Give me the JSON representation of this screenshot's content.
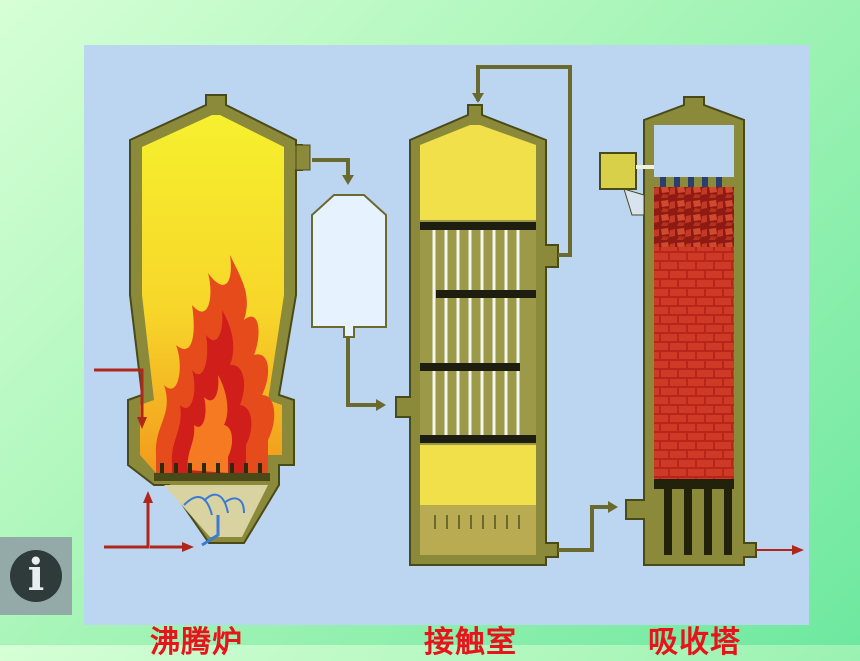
{
  "labels": {
    "furnace": "沸腾炉",
    "converter": "接触室",
    "absorber": "吸收塔"
  },
  "info_button": {
    "glyph": "i",
    "icon": "info-icon"
  },
  "colors": {
    "panel": "#bcd6f2",
    "shell": "#8a8a3a",
    "fire_yellow": "#f7ef3c",
    "flame_red": "#e3261e",
    "brick": "#c0281c",
    "label_red": "#e8141b",
    "pipe": "#6b6a2e"
  }
}
